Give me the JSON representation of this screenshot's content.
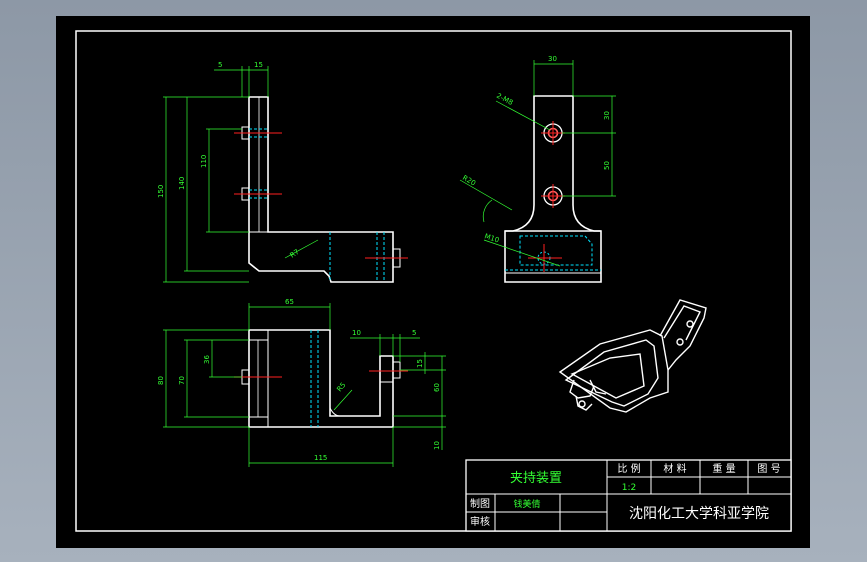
{
  "drawing": {
    "dimensions": {
      "front_top_5": "5",
      "front_top_15": "15",
      "front_150": "150",
      "front_140": "140",
      "front_110": "110",
      "front_r7": "R7",
      "side_30_top": "30",
      "side_30_right": "30",
      "side_50": "50",
      "side_2m8": "2-M8",
      "side_r20": "R20",
      "side_m10": "M10",
      "top_65": "65",
      "top_10": "10",
      "top_5": "5",
      "top_36": "36",
      "top_70": "70",
      "top_80": "80",
      "top_15": "15",
      "top_r5": "R5",
      "top_60": "60",
      "top_10b": "10",
      "top_115": "115"
    },
    "title_block": {
      "title": "夹持装置",
      "scale_header": "比 例",
      "material_header": "材 料",
      "weight_header": "重 量",
      "drawing_no_header": "图 号",
      "scale_value": "1:2",
      "drawn_by_label": "制图",
      "drawn_by_name": "钱美倩",
      "checked_by_label": "审核",
      "institution": "沈阳化工大学科亚学院"
    },
    "colors": {
      "sheet_bg": "#000000",
      "outline": "#ffffff",
      "dimension": "#33ff33",
      "hidden_line": "#00e5ff",
      "center_line": "#ff2020"
    }
  }
}
